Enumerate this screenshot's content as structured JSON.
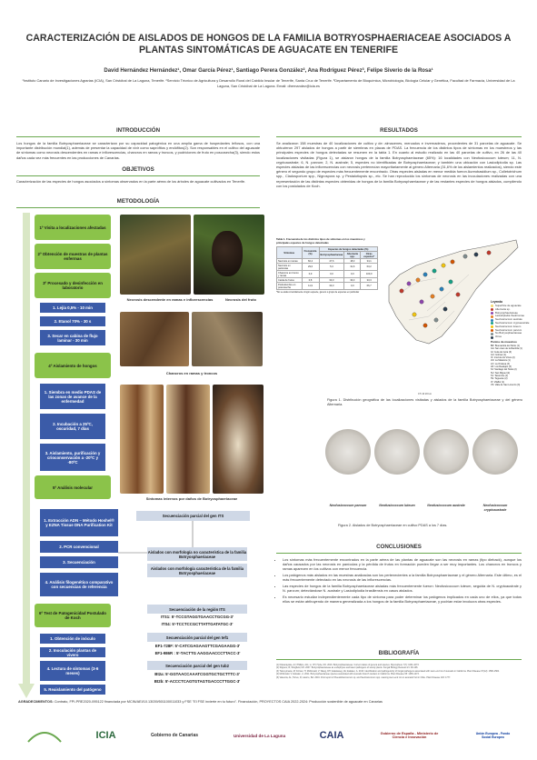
{
  "title": "CARACTERIZACIÓN DE AISLADOS DE HONGOS DE LA FAMILIA BOTRYOSPHAERIACEAE ASOCIADOS A PLANTAS SINTOMÁTICAS DE AGUACATE EN TENERIFE",
  "authors": "David Hernández Hernández¹, Omar García Pérez¹, Santiago Perera González², Ana Rodríguez Pérez³, Felipe Siverio de la Rosa¹",
  "affiliations": "¹Instituto Canario de Investigaciones Agrarias (ICIA), San Cristóbal de La Laguna, Tenerife. ²Servicio Técnico de Agricultura y Desarrollo Rural del Cabildo Insular de Tenerife, Santa Cruz de Tenerife. ³Departamento de Bioquímica, Microbiología, Biología Celular y Genética, Facultad de Farmacia, Universidad de La Laguna, San Cristóbal de La Laguna. Email: dhernandez@icia.es",
  "intro": {
    "heading": "INTRODUCCIÓN",
    "text": "Los hongos de la familia Botryosphaeriaceae se caracterizan por su capacidad patogénica en una amplia gama de hospedantes leñosos, con una importante distribución mundial(1), además de presentar la capacidad de vivir como saprófitos y endófitos(2). Son responsables en el cultivo del aguacate de síntomas como necrosis descendentes en ramas e inflorescencias, chancros en ramas y troncos, y pudriciones de fruto en poscosecha(3), siendo estos daños cada vez más frecuentes en las producciones de Canarias."
  },
  "objectives": {
    "heading": "OBJETIVOS",
    "text": "Caracterización de las especies de hongos asociados a síntomas observados en la parte aérea de los árboles de aguacate cultivados en Tenerife."
  },
  "methodology": {
    "heading": "METODOLOGÍA",
    "steps": [
      "1º Visita a localizaciones afectadas",
      "2º Obtención de muestras de plantas enfermas",
      "3º Procesado y desinfección en laboratorio",
      "4º Aislamiento de hongos",
      "5º Análisis molecular",
      "6º Test de Patogenicidad Postulado de Koch"
    ],
    "process_steps": [
      "1. Lejía 0,5% - 10 min",
      "2. Etanol 70% - 30 s",
      "3. Secar en cabina de flujo laminar - 30 min"
    ],
    "isolation_steps": [
      "1. Siembra en medio PDAS de las zonas de avance de la enfermedad",
      "2. Incubación a 25ºC, oscuridad, 7 días",
      "3. Aislamiento, purificación y crioconservación a -20ºC y -80ºC"
    ],
    "molecular_steps": [
      "1. Extracción ADN – Método Hoshel® y EZNA Tissue DNA Purification Kit",
      "2. PCR convencional",
      "3. Secuenciación",
      "4. Análisis filogenético comparativo con secuencias de referencia"
    ],
    "koch_steps": [
      "1. Obtención de inóculo",
      "2. Inoculación plantas de vivero",
      "4. Lectura de síntomas (3-6 meses)",
      "5. Reaislamiento del patógeno"
    ],
    "photo_captions": {
      "necrosis_ramas": "Necrosis descendente en ramas e inflorescencias",
      "necrosis_fruto": "Necrosis del fruto",
      "chancros": "Chancros en ramas y troncos",
      "sintomas_internos": "Síntomas internos por daños de Botryosphaeriaceae"
    },
    "sequencing": {
      "its_label": "Secuenciación parcial del gen ITS",
      "morph_label": "Aislados con morfología no característica de la familia Botryosphaeriaceae",
      "morph_label2": "Aislados con morfología característica de la familia Botryosphaeriaceae",
      "its_region": "Secuenciación de la región ITS",
      "its1": "ITS1: 5'-TCCGTAGGTGAACCTGCGG-3'",
      "its4": "ITS4: 5'-TCCTCCGCTTATTGATATGC-3'",
      "tef_label": "Secuenciación parcial del gen tef1",
      "ef1": "EF1-728F: 5'-CATCGAGAAGTTCGAGAAGG-3'",
      "ef1r": "EF1-986R : 5'-TACTTG AAGGAACCCTTACC-3'",
      "tub_label": "Secuenciación parcial del gen tub2",
      "bt2a": "Bt2a: 5'-GGTAACCAAATCGGTGCTGCTTTC-3'",
      "bt2b": "Bt2b: 5'-ACCCTCAGTGTAGTGACCCTTGGC-3'"
    }
  },
  "results": {
    "heading": "RESULTADOS",
    "text": "Se analizaron 158 muestras de 40 localizaciones de cultivo y de: almacenes, mercados e invernaderos, procedentes de 31 parcelas de aguacate. Se obtuvieron 297 aislados de hongos a partir de siembras en placas de PDAS. La frecuencia de los distintos tipos de síntomas en los muestreos y las principales especies de hongos detectadas se resumen en la tabla 1. En cuanto al estudio realizado en las 40 parcelas de cultivo, en 26 de las 40 localizaciones visitadas (Figura 1), se aislaron hongos de la familia Botryosphaeriaceae (65%): 16 localidades con Neofusicoccum luteum; 11, N. cryptoaustrale; 6, N. parvum; 2, N. australe; 5, especies no identificadas de Botryosphaeriaceae; y también una ubicación con Lasiodiplodia sp. Las especies aisladas de las inflorescencias con necrosis pertenecían mayoritariamente al género Alternaria (31,6% de los aislamientos realizados), siendo este género el segundo grupo de especies más frecuentemente encontrado. Otras especies aisladas en menor medida fueron Aureobasidium sp., Colletotrichum spp., Cladosporium spp., Nigrospora sp. y Pestalotiopsis sp., etc. Se han reproducido los síntomas de necrosis en las inoculaciones realizadas con una representación de las distintas especies obtenidas de hongos de la familia Botryosphaeriaceae y de las restantes especies de hongos aislados, cumpliendo con los postulados de Koch.",
    "table_title": "Tabla 1. Frecuencia de los distintos tipos de síntomas en los muestreos y principales especies de hongos detectadas",
    "table_headers": [
      "Síntomas",
      "Frecuencia (%)",
      "Botryosphaeriaceae",
      "Alternaria spp.",
      "Otras especies*"
    ],
    "table_subheader": "Especies de hongos detectadas (%)",
    "table_rows": [
      [
        "Necrosis en ramas",
        "60,4",
        "47,6",
        "18,3",
        "34,1"
      ],
      [
        "Necrosis en panículas",
        "29,6",
        "5,3",
        "31,6",
        "63,2"
      ],
      [
        "Chancros en tronco y ramas",
        "0,9",
        "0,0",
        "0,0",
        "100,0"
      ],
      [
        "Caída de frutos",
        "0,8",
        "33,3",
        "33,3",
        "33,3"
      ],
      [
        "Podredumbre en poscosecha",
        "11,9",
        "33,3",
        "0,0",
        "66,7"
      ]
    ],
    "table_note": "*No se aisla conocidamente ningún especie, género o grupo de especies en particular",
    "legend_title": "Leyenda",
    "legend_items": [
      {
        "label": "Superficie de aguacate",
        "color": "#f5d76e"
      },
      {
        "label": "Alternaria sp.",
        "color": "#c0392b"
      },
      {
        "label": "Botryosphaeriaceae",
        "color": "#8e44ad"
      },
      {
        "label": "Lasiodiplodia theobromae",
        "color": "#e67e22"
      },
      {
        "label": "Neofusicoccum australe",
        "color": "#2980b9"
      },
      {
        "label": "Neofusicoccum cryptoaustrale",
        "color": "#16a085"
      },
      {
        "label": "Neofusicoccum luteum",
        "color": "#f1c40f"
      },
      {
        "label": "Neofusicoccum parvum",
        "color": "#d35400"
      },
      {
        "label": "No Botryosphaeriaceae",
        "color": "#7f8c8d"
      },
      {
        "label": "Otros",
        "color": "#2c3e50"
      }
    ],
    "points_title": "Puntos de muestreo",
    "points": [
      "BR: Buenavista del Norte (1)",
      "GA: San Juan de la Rambla (1)",
      "GI: Guía de Isora (3)",
      "GU: Güímar (1)",
      "IC: Icod de los Vinos (2)",
      "LM: La Matanza (1)",
      "LO: La Orotava (3)",
      "LR: Los Realejos (3)",
      "SJ: Santiago del Teide (2)",
      "SU: San Miguel (2)",
      "TA: Tacoronte (1)",
      "TE: Tegueste (2)",
      "VI: Vilaflor (1)",
      "VS: Valle de San Lorenzo (3)"
    ],
    "map_scale": "0 5 10 20 km",
    "figure1_caption": "Figura 1. Distribución geográfica de las localizaciones visitadas y aislados de la familia Botryosphaeriaceae y del género Alternaria.",
    "plates": [
      "Neofusicoccum parvum",
      "Neofusicoccum luteum",
      "Neofusicoccum australe",
      "Neofusicoccum cryptoaustrale"
    ],
    "figure2_caption": "Figura 2. Aislados de Botryosphaeriaceae en cultivo PDAS a los 7 días."
  },
  "conclusions": {
    "heading": "CONCLUSIONES",
    "items": [
      "Los síntomas más frecuentemente encontrados en la parte aérea de las plantas de aguacate son las necrosis en ramas (tipo dieback), aunque los daños causados por las necrosis en panículas y la pérdida de frutos en formación pueden llegar a ser muy importantes. Los chancros en troncos y ramas aparecen en los cultivos con menor frecuencia.",
      "Los patógenos más aislados en las muestras analizadas son los pertenecientes a la familia Botryosphaeriaceae y el género Alternaria. Este último, es el más frecuentemente detectado en las necrosis de las inflorescencias.",
      "Las especies de hongos de la familia Botryosphaeriaceae aisladas más frecuentemente fueron: Neofusicoccum luteum, seguida de N. cryptoaustrale y N. parvum; detectándose N. australe y Lasiodiplodia brasiliensis en casos aislados.",
      "Es necesario estudiar independientemente cada tipo de síntoma para poder determinar los patógenos implicados en cada uno de ellos, ya que todos ellos se están atribuyendo de manera generalizada a los hongos de la familia Botryosphaeriaceae, y podrían estar involucra otras especies."
    ]
  },
  "bibliography": {
    "heading": "BIBLIOGRAFÍA",
    "refs": [
      "(1) Dissanayake, AJ; Phillips, AJL; Li, XH; Hyde, KD. 2016. Botryosphaeriaceae: Current status of genera and species. Mycosphere 7(7): 1001-1073.",
      "(2) Slippers, B; Wingfield, MJ. 2007. Botryosphaeriaceae as endophytes and latent pathogens of woody plants. Fungal Biology Reviews 21: 90-106.",
      "(3) Twizeyimana, M; Förster, H; McDonald, V; Wang, DH; Adaskaveg, JE; Eskalen, A. 2013. Identification and pathogenicity of fungal pathogens associated with stem-end rot of avocado in California. Plant Disease 97(12): 1580-1584.",
      "(4) McDonald, V; Eskalen, A. 2011. Botryosphaeriaceae species associated with avocado branch cankers in California. Plant Disease 95: 1465-1473.",
      "(5) Valencia, AL; Torres, R; Latorre, BA. 2019. First report of Pseudofusicoccum sp. and Neofusicoccum spp. causing stem-end rot on avocado fruit in Chile. Plant Disease 103: 1777."
    ]
  },
  "acknowledgements": {
    "label": "AGRADECIMIENTOS:",
    "text": "Contrato, FPI-PRE2020-095122 financiada por MCIN/AEI/10.13039/501100011033 y FSE \"El FSE invierte en tu futuro\". Financiación, PROYECTOS CAIA 2022-2024: Producción sostenible de aguacate en Canarias"
  },
  "logos": [
    "ICIA",
    "Gobierno de Canarias",
    "Universidad de La Laguna",
    "CAIA",
    "Gobierno de España - Ministerio de Ciencia e Innovación",
    "Unión Europea - Fondo Social Europeo"
  ]
}
